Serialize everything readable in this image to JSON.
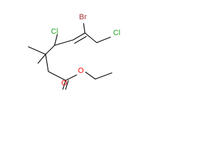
{
  "structure": {
    "atom_labels": {
      "cl_top_left": "Cl",
      "br": "Br",
      "cl_right": "Cl",
      "o_carbonyl": "O",
      "o_ester": "O"
    },
    "colors": {
      "bond": "#000000",
      "carbon_text": "#000000",
      "chlorine": "#1fa01f",
      "bromine": "#a52a2a",
      "oxygen": "#ff0000"
    }
  }
}
